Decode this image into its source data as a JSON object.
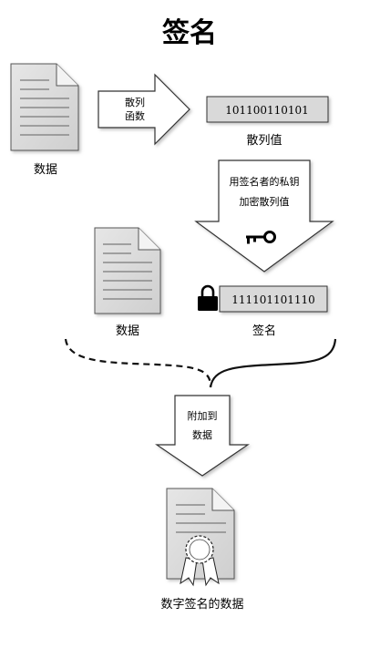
{
  "title": "签名",
  "data_label_1": "数据",
  "hash_fn_line1": "散列",
  "hash_fn_line2": "函数",
  "hash_bits": "101100110101",
  "hash_label": "散列值",
  "encrypt_line1": "用签名者的私钥",
  "encrypt_line2": "加密散列值",
  "data_label_2": "数据",
  "sig_bits": "111101101110",
  "sig_label": "签名",
  "attach_line1": "附加到",
  "attach_line2": "数据",
  "signed_label": "数字签名的数据",
  "colors": {
    "box_fill": "#d9d9d9",
    "stroke": "#333333"
  }
}
